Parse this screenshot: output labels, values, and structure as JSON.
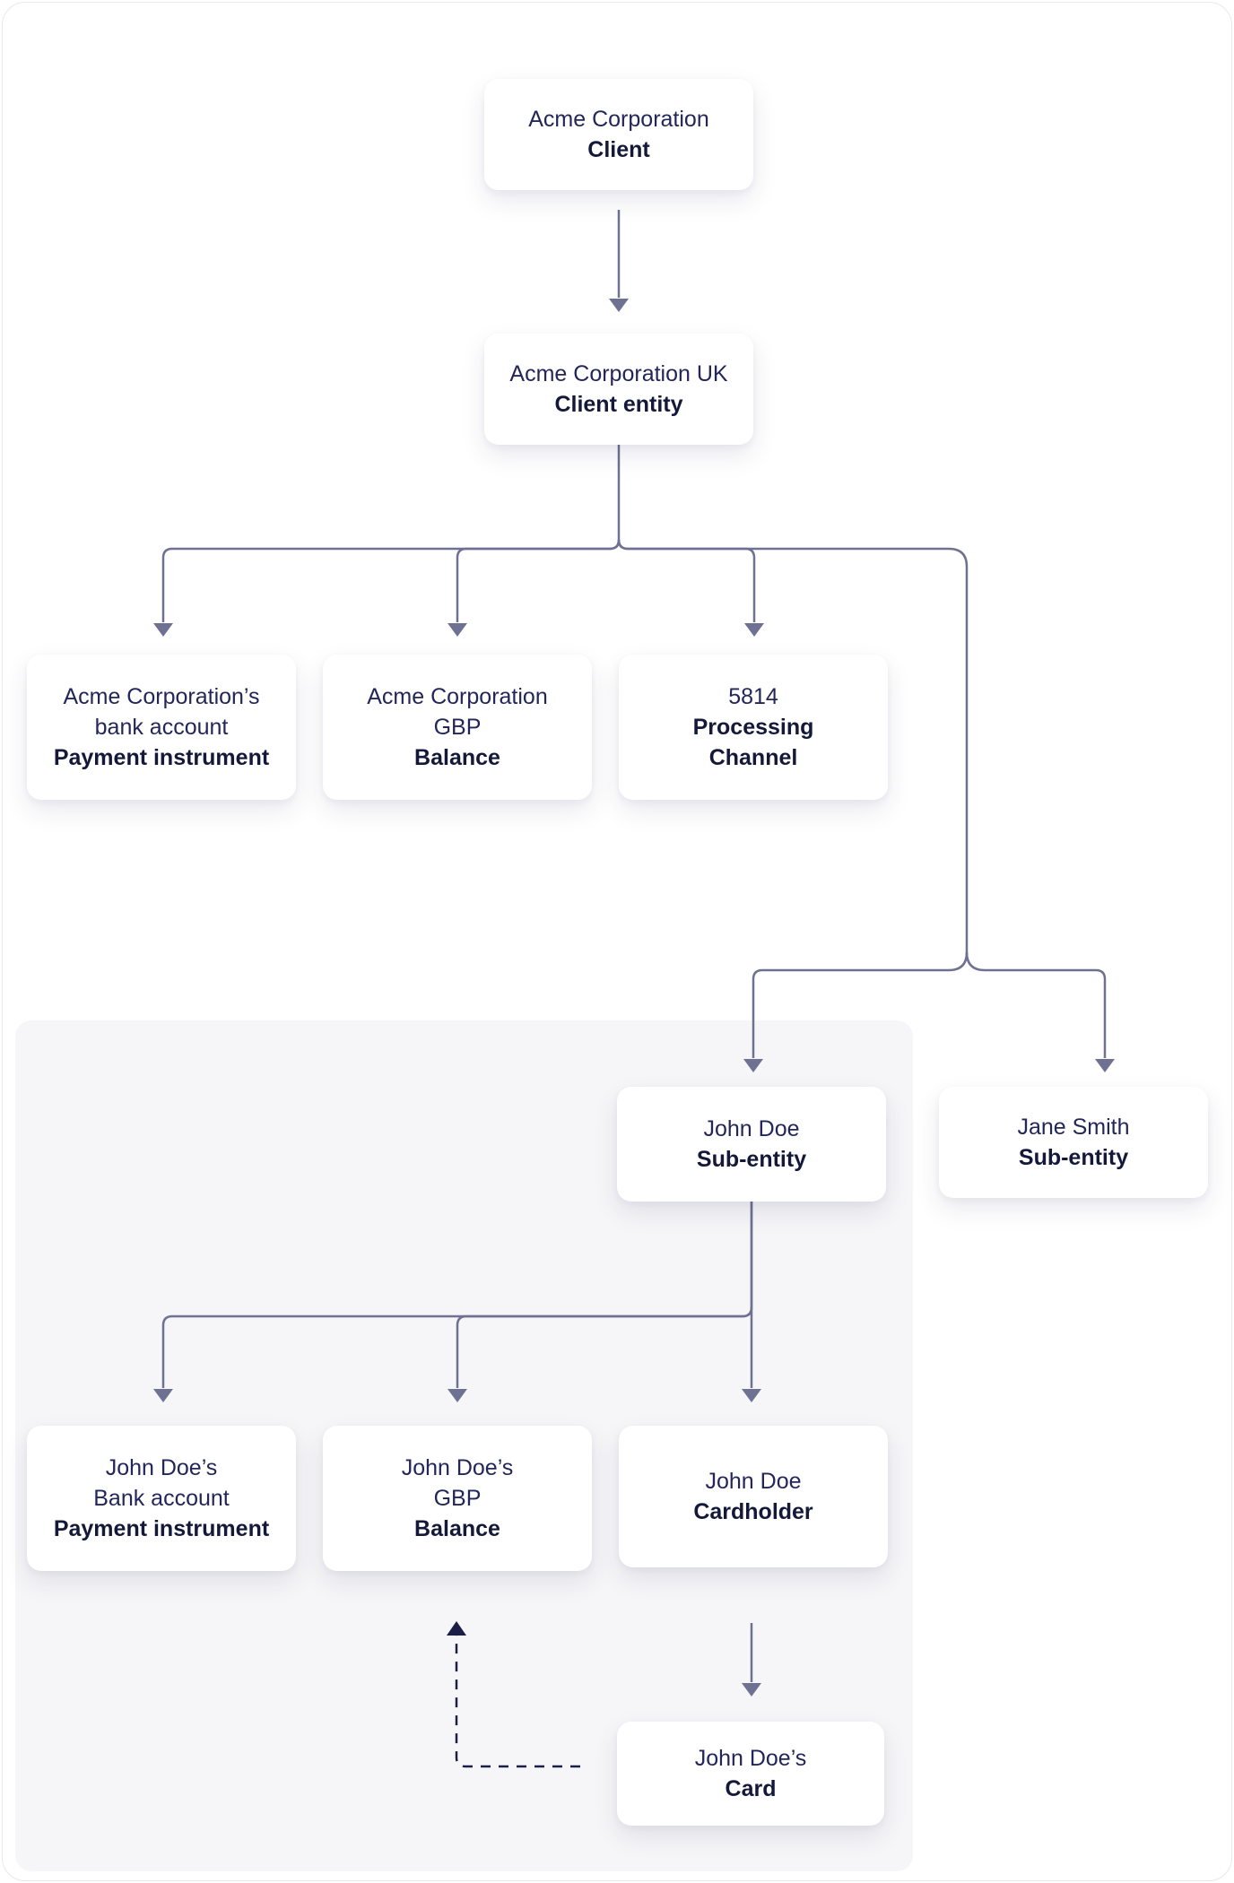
{
  "colors": {
    "page-bg": "#ffffff",
    "frame-border": "#e8e8ee",
    "panel-bg": "#f6f6f8",
    "box-bg": "#ffffff",
    "text": "#23265a",
    "text-bold": "#141839",
    "connector": "#6e7192",
    "dashed": "#1b1e45"
  },
  "nodes": {
    "client": {
      "line1": "Acme Corporation",
      "label": "Client"
    },
    "client_entity": {
      "line1": "Acme Corporation UK",
      "label": "Client entity"
    },
    "acme_bank_account": {
      "line1": "Acme Corporation’s",
      "line2": "bank account",
      "label": "Payment instrument"
    },
    "acme_gbp_balance": {
      "line1": "Acme Corporation",
      "line2": "GBP",
      "label": "Balance"
    },
    "processing_channel": {
      "line1": "5814",
      "label": "Processing",
      "label2": "Channel"
    },
    "john_doe_sub_entity": {
      "line1": "John Doe",
      "label": "Sub-entity"
    },
    "jane_smith_sub_entity": {
      "line1": "Jane Smith",
      "label": "Sub-entity"
    },
    "john_doe_bank_account": {
      "line1": "John Doe’s",
      "line2": "Bank account",
      "label": "Payment instrument"
    },
    "john_doe_gbp_balance": {
      "line1": "John Doe’s",
      "line2": "GBP",
      "label": "Balance"
    },
    "john_doe_cardholder": {
      "line1": "John Doe",
      "label": "Cardholder"
    },
    "john_doe_card": {
      "line1": "John Doe’s",
      "label": "Card"
    }
  }
}
